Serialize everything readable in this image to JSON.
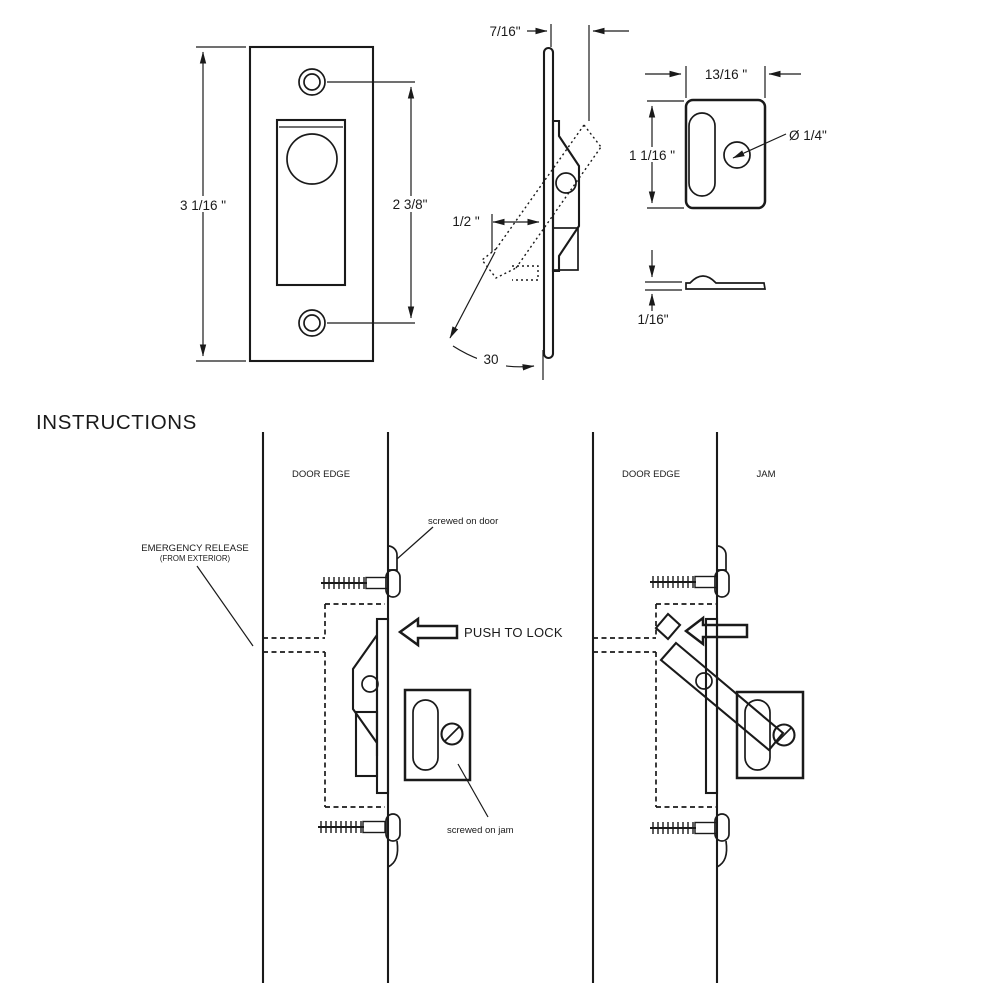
{
  "colors": {
    "line": "#1a1a1a",
    "push_arrow_outline": "#8f8f8f",
    "background": "#ffffff"
  },
  "front_view": {
    "height_dim": "3 1/16 \"",
    "hole_spacing_dim": "2 3/8\""
  },
  "side_view": {
    "depth_dim": "7/16\"",
    "projection_dim": "1/2 \"",
    "rotation_angle": "30"
  },
  "strike_plate_view": {
    "width_dim": "13/16 \"",
    "height_dim": "1 1/16 \"",
    "hole_diameter_dim": "Ø 1/4\"",
    "thickness_dim": "1/16\""
  },
  "instructions": {
    "title": "INSTRUCTIONS",
    "unlocked_diagram": {
      "door_edge_label": "DOOR EDGE",
      "emergency_release_label": "EMERGENCY RELEASE",
      "emergency_release_sublabel": "(FROM EXTERIOR)",
      "screwed_on_door_label": "screwed on door",
      "push_to_lock_label": "PUSH TO LOCK",
      "screwed_on_jam_label": "screwed on jam"
    },
    "locked_diagram": {
      "door_edge_label": "DOOR EDGE",
      "jam_label": "JAM"
    }
  }
}
